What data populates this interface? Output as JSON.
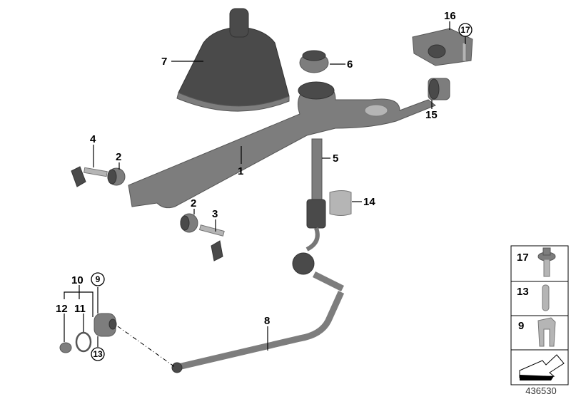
{
  "diagram_number": "436530",
  "callouts": {
    "c1": "1",
    "c2a": "2",
    "c2b": "2",
    "c3": "3",
    "c4": "4",
    "c5": "5",
    "c6": "6",
    "c7": "7",
    "c8": "8",
    "c9": "9",
    "c10": "10",
    "c11": "11",
    "c12": "12",
    "c13": "13",
    "c14": "14",
    "c15": "15",
    "c16": "16",
    "c17": "17"
  },
  "legend": [
    {
      "label": "17",
      "icon": "bolt-icon"
    },
    {
      "label": "13",
      "icon": "pin-icon"
    },
    {
      "label": "9",
      "icon": "clip-icon"
    },
    {
      "label": "",
      "icon": "arrow-icon"
    }
  ],
  "colors": {
    "part": "#7d7d7d",
    "dark": "#4a4a4a",
    "line": "#000000"
  }
}
